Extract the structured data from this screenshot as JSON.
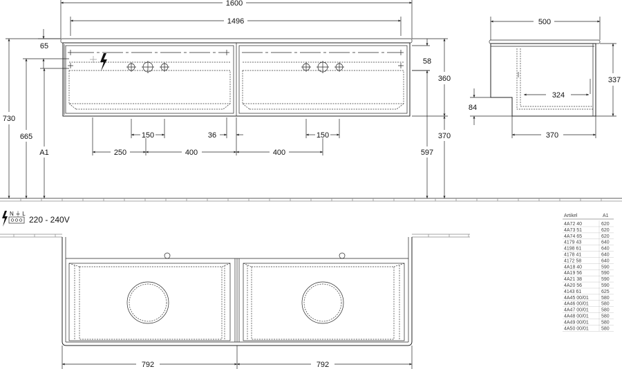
{
  "front_view": {
    "overall_width": "1600",
    "top_width": "1496",
    "top_offset": "65",
    "height_to_floor": "730",
    "height_665": "665",
    "height_a1": "A1",
    "cabinet_height": "360",
    "drawer_top": "58",
    "lower_370": "370",
    "lower_597": "597",
    "pipe_spacing_left": "150",
    "pipe_spacing_right": "150",
    "left_offset": "250",
    "center_left": "400",
    "center_right": "400",
    "gap_36": "36"
  },
  "side_view": {
    "depth": "500",
    "height": "337",
    "inner_depth": "324",
    "bottom_depth": "370",
    "step_height": "84"
  },
  "electrical": {
    "label": "220 - 240V",
    "terminals": "N ⏚ L"
  },
  "top_view": {
    "left_width": "792",
    "right_width": "792"
  },
  "article_table": {
    "header_article": "Artikel",
    "header_value": "A1",
    "rows": [
      {
        "article": "4A72 40",
        "value": "620"
      },
      {
        "article": "4A73 51",
        "value": "620"
      },
      {
        "article": "4A74 65",
        "value": "620"
      },
      {
        "article": "4179 43",
        "value": "640"
      },
      {
        "article": "4198 61",
        "value": "640"
      },
      {
        "article": "4178 41",
        "value": "640"
      },
      {
        "article": "4172 58",
        "value": "640"
      },
      {
        "article": "4A18 40",
        "value": "590"
      },
      {
        "article": "4A19 56",
        "value": "590"
      },
      {
        "article": "4A21 38",
        "value": "590"
      },
      {
        "article": "4A20 56",
        "value": "590"
      },
      {
        "article": "4143 61",
        "value": "625"
      },
      {
        "article": "4A45 00/01",
        "value": "580"
      },
      {
        "article": "4A46 00/01",
        "value": "580"
      },
      {
        "article": "4A47 00/01",
        "value": "580"
      },
      {
        "article": "4A48 00/01",
        "value": "580"
      },
      {
        "article": "4A49 00/01",
        "value": "580"
      },
      {
        "article": "4A50 00/01",
        "value": "580"
      }
    ]
  }
}
